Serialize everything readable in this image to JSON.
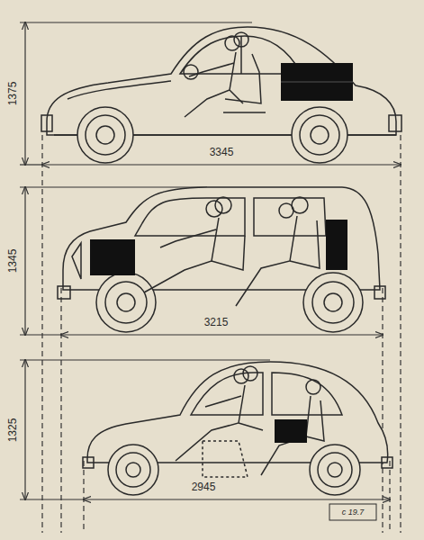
{
  "diagram": {
    "labels": [
      "1375",
      "3345",
      "1345",
      "3215",
      "1325",
      "2945",
      "c 19.7"
    ]
  }
}
